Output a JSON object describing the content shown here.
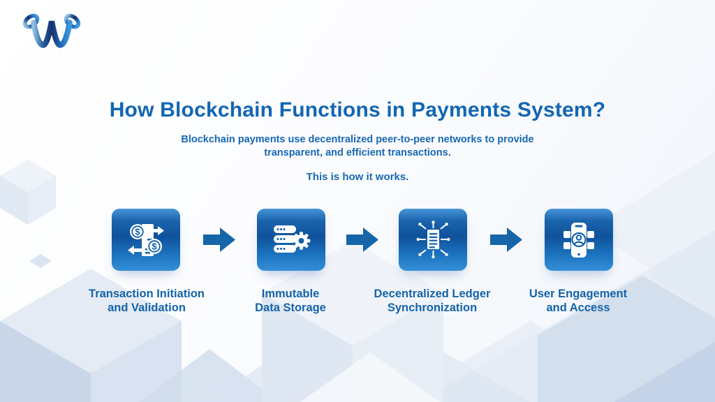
{
  "page": {
    "title": "How Blockchain Functions in Payments System?",
    "subtitle_line1": "Blockchain payments use decentralized peer-to-peer networks to provide",
    "subtitle_line2": "transparent, and efficient transactions.",
    "intro": "This is how it works."
  },
  "logo": {
    "name": "w-chain-link-logo"
  },
  "colors": {
    "title_blue": "#1266b2",
    "label_blue": "#1463a8",
    "arrow_blue": "#1565a9",
    "box_gradient_top": "#4795d6",
    "box_gradient_mid": "#0f529b",
    "box_gradient_bottom": "#3390d8",
    "icon_detail_blue": "#1160a8",
    "background_cube_blue": "#c7d6ea"
  },
  "steps": [
    {
      "icon": "money-transfer-icon",
      "label": "Transaction Initiation and Validation",
      "lines": [
        "Transaction Initiation",
        "and Validation"
      ]
    },
    {
      "icon": "server-gear-icon",
      "label": "Immutable Data Storage",
      "lines": [
        "Immutable",
        "Data Storage"
      ]
    },
    {
      "icon": "ledger-network-icon",
      "label": "Decentralized Ledger Synchronization",
      "lines": [
        "Decentralized Ledger",
        "Synchronization"
      ]
    },
    {
      "icon": "phone-user-icon",
      "label": "User Engagement and Access",
      "lines": [
        "User Engagement",
        "and Access"
      ]
    }
  ]
}
